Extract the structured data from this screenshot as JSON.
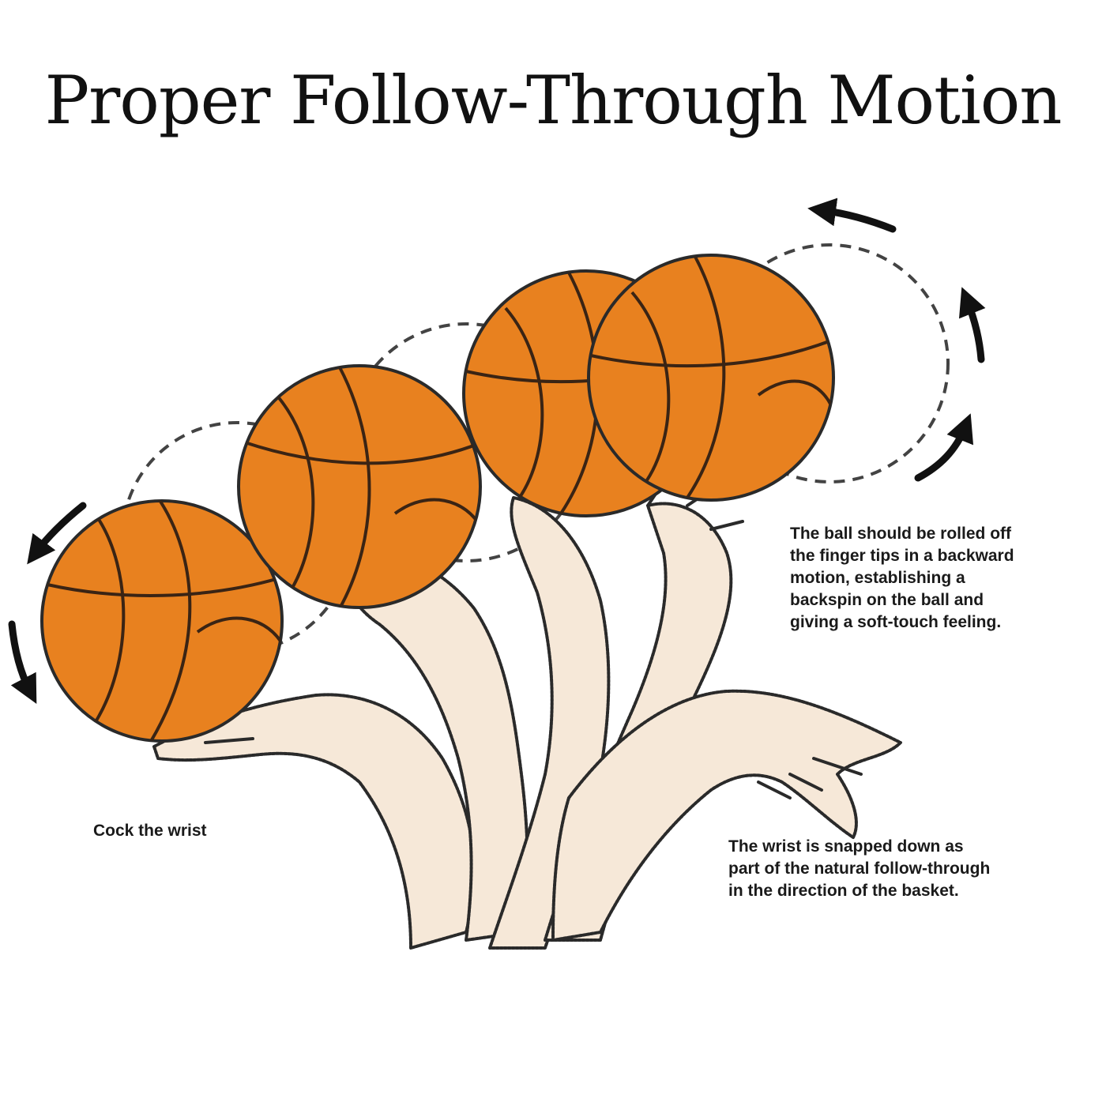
{
  "title": "Proper Follow-Through Motion",
  "captions": {
    "roll_off": "The ball should be rolled off\nthe finger tips in a backward\nmotion, establishing  a\nbackspin on the ball and\ngiving a soft-touch feeling.",
    "cock_wrist": "Cock the wrist",
    "snap_down": "The wrist is snapped down as\npart of the natural follow-through\nin the direction of the basket."
  },
  "colors": {
    "ball": "#e8811f",
    "seam": "#3a2414",
    "skin": "#f6e8d8",
    "outline": "#2a2a2a",
    "arrow": "#111111"
  },
  "icons": [
    "rotation-arrow-icon",
    "basketball-icon",
    "hand-icon"
  ]
}
